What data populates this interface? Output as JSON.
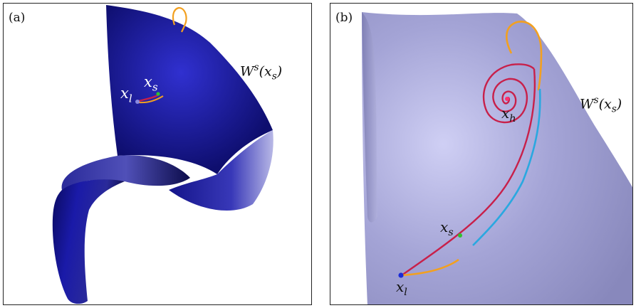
{
  "panel_a": {
    "tag": "(a)",
    "manifold_base": "W",
    "manifold_sup": "s",
    "manifold_arg": "(x",
    "manifold_arg_sub": "s",
    "manifold_close": ")",
    "point_xl_base": "x",
    "point_xl_sub": "l",
    "point_xs_base": "x",
    "point_xs_sub": "s"
  },
  "panel_b": {
    "tag": "(b)",
    "manifold_base": "W",
    "manifold_sup": "s",
    "manifold_arg": "(x",
    "manifold_arg_sub": "s",
    "manifold_close": ")",
    "point_xh_base": "x",
    "point_xh_sub": "h",
    "point_xs_base": "x",
    "point_xs_sub": "s",
    "point_xl_base": "x",
    "point_xl_sub": "l"
  },
  "colors": {
    "surface_a_dark": "#0a0a5e",
    "surface_a_mid": "#1a1aa8",
    "surface_a_light": "#9a9ad8",
    "surface_b": "#9c9ccf",
    "surface_b_light": "#c8c8ee",
    "orbit_red": "#c8204a",
    "orbit_orange": "#f2a020",
    "orbit_cyan": "#2aa8e0",
    "point_green": "#30c030",
    "point_blue": "#1a2ad8"
  }
}
